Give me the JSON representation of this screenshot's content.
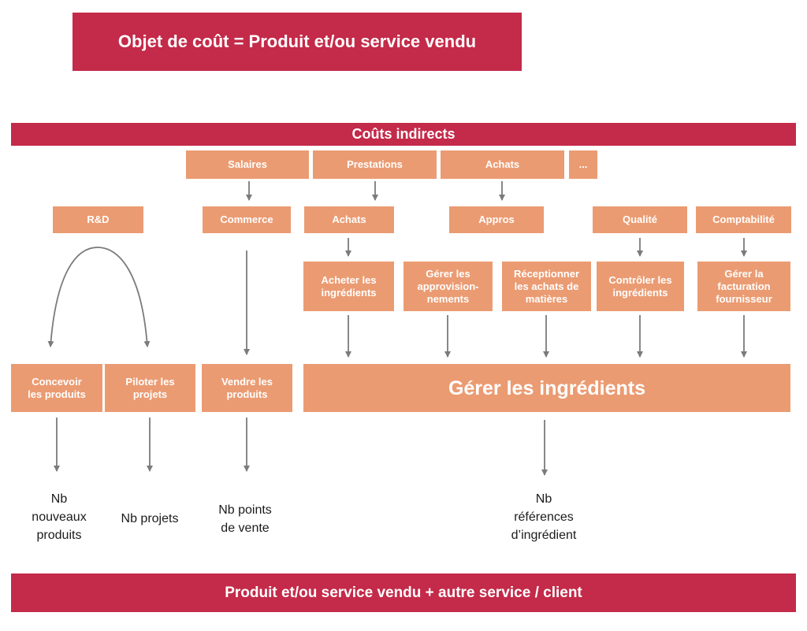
{
  "colors": {
    "crimson": "#c42a49",
    "orange": "#eb9b72",
    "arrow_gray": "#7b7b7b",
    "label_black": "#1b1b1b"
  },
  "top_banner": {
    "label": "Objet de coût = Produit et/ou service vendu"
  },
  "indirect_banner": {
    "label": "Coûts indirects"
  },
  "bottom_banner": {
    "label": "Produit et/ou service vendu + autre service / client"
  },
  "cost_pools": [
    {
      "label": "Salaires"
    },
    {
      "label": "Prestations"
    },
    {
      "label": "Achats"
    },
    {
      "label": "..."
    }
  ],
  "departments": [
    {
      "label": "R&D"
    },
    {
      "label": "Commerce"
    },
    {
      "label": "Achats"
    },
    {
      "label": "Appros"
    },
    {
      "label": "Qualité"
    },
    {
      "label": "Comptabilité"
    }
  ],
  "activities": [
    {
      "label": "Acheter les\ningrédients"
    },
    {
      "label": "Gérer les\napprovision-\nnements"
    },
    {
      "label": "Réceptionner\nles achats de\nmatières"
    },
    {
      "label": "Contrôler les\ningrédients"
    },
    {
      "label": "Gérer la\nfacturation\nfournisseur"
    }
  ],
  "processes": [
    {
      "label": "Concevoir\nles produits"
    },
    {
      "label": "Piloter les\nprojets"
    },
    {
      "label": "Vendre les\nproduits"
    }
  ],
  "merged_process": {
    "label": "Gérer les ingrédients"
  },
  "drivers": [
    {
      "label": "Nb\nnouveaux\nproduits"
    },
    {
      "label": "Nb projets"
    },
    {
      "label": "Nb points\nde vente"
    },
    {
      "label": "Nb\nréférences\nd’ingrédient"
    }
  ]
}
